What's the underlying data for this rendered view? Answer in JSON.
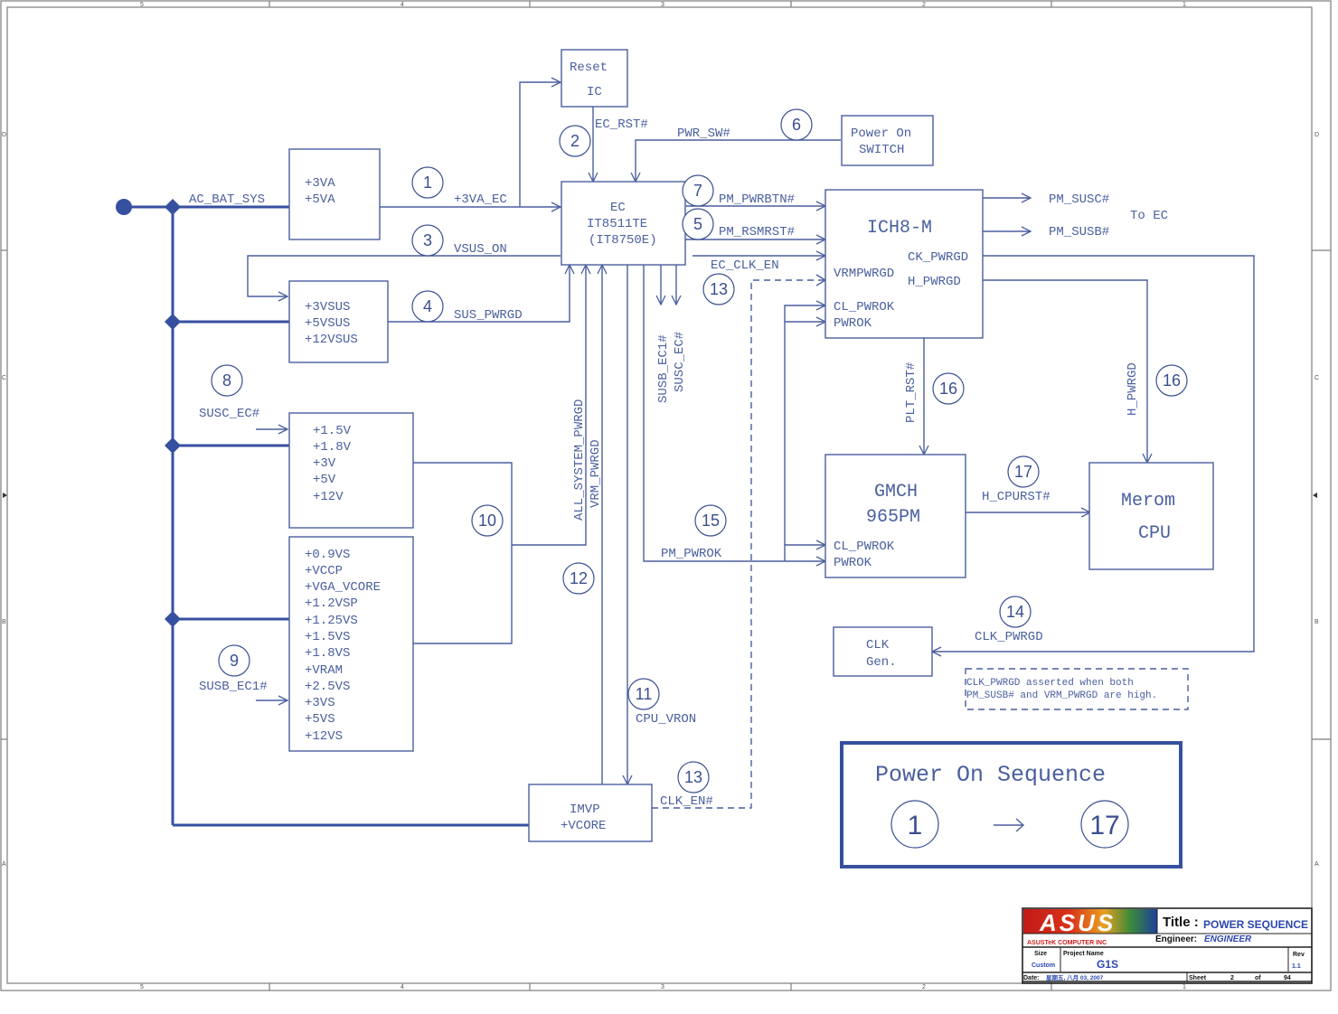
{
  "sheet": {
    "zones_top": [
      "5",
      "4",
      "3",
      "2",
      "1"
    ],
    "zones_side": [
      "D",
      "C",
      "B",
      "A"
    ]
  },
  "blocks": {
    "reset_ic": [
      "Reset",
      "IC"
    ],
    "power_switch": [
      "Power On",
      "SWITCH"
    ],
    "ec": [
      "EC",
      "IT8511TE",
      "(IT8750E)"
    ],
    "ich": "ICH8-M",
    "ich_pins": {
      "ck_pwrgd": "CK_PWRGD",
      "vrmpwrgd": "VRMPWRGD",
      "h_pwrgd": "H_PWRGD",
      "cl_pwrok": "CL_PWROK",
      "pwrok": "PWROK"
    },
    "gmch": [
      "GMCH",
      "965PM"
    ],
    "gmch_pins": {
      "cl_pwrok": "CL_PWROK",
      "pwrok": "PWROK"
    },
    "cpu": [
      "Merom",
      "CPU"
    ],
    "clk_gen": [
      "CLK",
      "Gen."
    ],
    "imvp": [
      "IMVP",
      "+VCORE"
    ],
    "va_rails": [
      "+3VA",
      "+5VA"
    ],
    "vsus_rails": [
      "+3VSUS",
      "+5VSUS",
      "+12VSUS"
    ],
    "v_rails": [
      "+1.5V",
      "+1.8V",
      "+3V",
      "+5V",
      "+12V"
    ],
    "vs_rails": [
      "+0.9VS",
      "+VCCP",
      "+VGA_VCORE",
      "+1.2VSP",
      "+1.25VS",
      "+1.5VS",
      "+1.8VS",
      "+VRAM",
      "+2.5VS",
      "+3VS",
      "+5VS",
      "+12VS"
    ]
  },
  "signals": {
    "ac_bat_sys": "AC_BAT_SYS",
    "plus3va_ec": "+3VA_EC",
    "ec_rst": "EC_RST#",
    "pwr_sw": "PWR_SW#",
    "vsus_on": "VSUS_ON",
    "sus_pwrgd": "SUS_PWRGD",
    "pm_pwrbtn": "PM_PWRBTN#",
    "pm_rsmrst": "PM_RSMRST#",
    "ec_clk_en": "EC_CLK_EN",
    "pm_susc": "PM_SUSC#",
    "pm_susb": "PM_SUSB#",
    "to_ec": "To EC",
    "susb_ec1": "SUSB_EC1#",
    "susc_ec": "SUSC_EC#",
    "susc_ec_in": "SUSC_EC#",
    "susb_ec1_in": "SUSB_EC1#",
    "all_sys_pwrgd": "ALL_SYSTEM_PWRGD",
    "vrm_pwrgd": "VRM_PWRGD",
    "pm_pwrok": "PM_PWROK",
    "cpu_vron": "CPU_VRON",
    "clk_en": "CLK_EN#",
    "plt_rst": "PLT_RST#",
    "h_pwrgd": "H_PWRGD",
    "h_cpurst": "H_CPURST#",
    "clk_pwrgd": "CLK_PWRGD"
  },
  "steps": {
    "s1": "1",
    "s2": "2",
    "s3": "3",
    "s4": "4",
    "s5": "5",
    "s6": "6",
    "s7": "7",
    "s8": "8",
    "s9": "9",
    "s10": "10",
    "s11": "11",
    "s12": "12",
    "s13a": "13",
    "s13b": "13",
    "s14": "14",
    "s15": "15",
    "s16a": "16",
    "s16b": "16",
    "s17": "17"
  },
  "note": [
    "CLK_PWRGD asserted when both",
    "PM_SUSB# and VRM_PWRGD are high."
  ],
  "legend": {
    "title": "Power On Sequence",
    "start": "1",
    "end": "17"
  },
  "title_block": {
    "company_logo": "ASUS",
    "company": "ASUSTeK COMPUTER INC",
    "title_label": "Title :",
    "title": "POWER SEQUENCE",
    "engineer_label": "Engineer:",
    "engineer": "ENGINEER",
    "size_label": "Size",
    "size": "Custom",
    "project_label": "Project Name",
    "project": "G1S",
    "rev_label": "Rev",
    "rev": "1.1",
    "date_label": "Date:",
    "date": "星期五, 八月 03, 2007",
    "sheet_label": "Sheet",
    "sheet": "2",
    "of_label": "of",
    "total": "94"
  }
}
